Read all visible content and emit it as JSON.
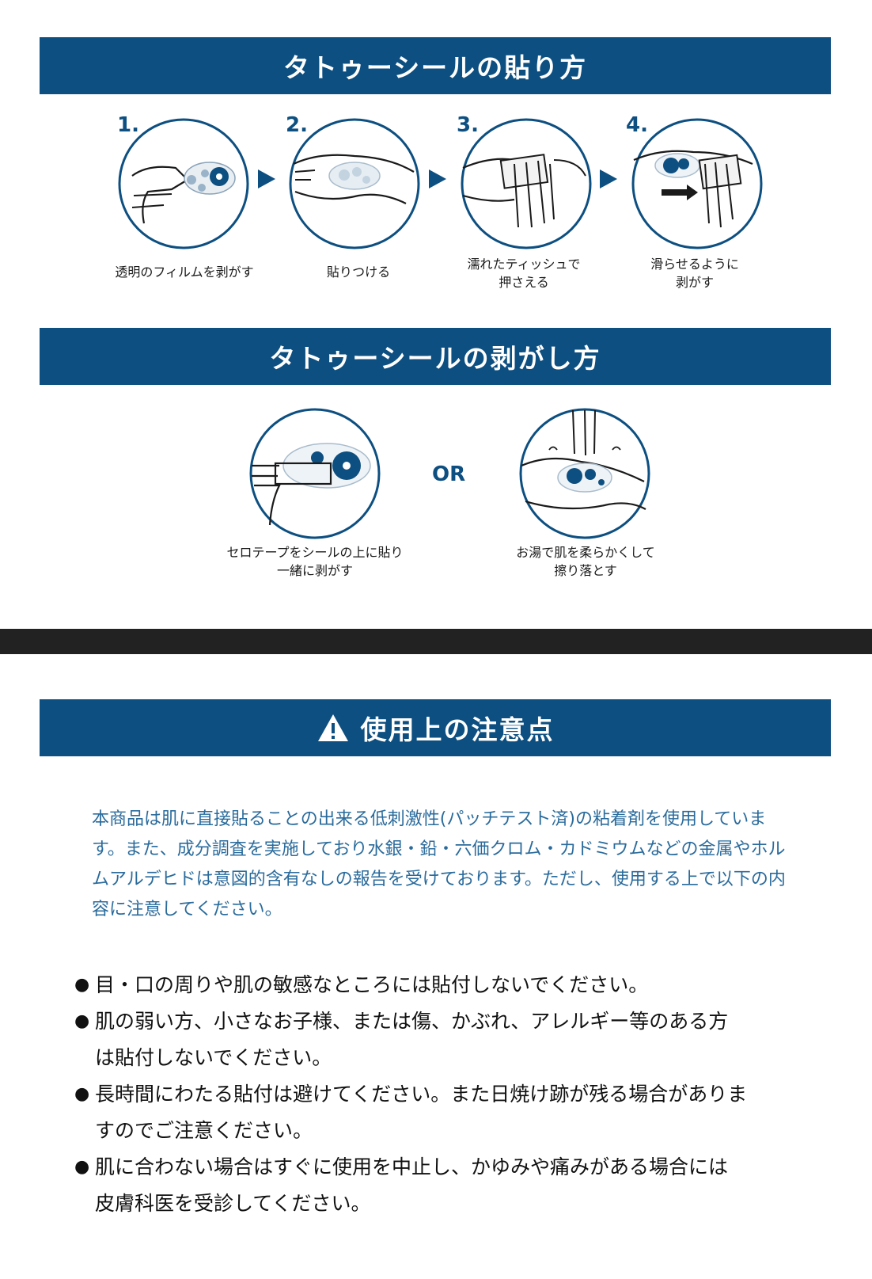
{
  "section1": {
    "title": "タトゥーシールの貼り方",
    "steps": [
      {
        "num": "1.",
        "caption": "透明のフィルムを剥がす"
      },
      {
        "num": "2.",
        "caption": "貼りつける"
      },
      {
        "num": "3.",
        "caption": "濡れたティッシュで\n押さえる"
      },
      {
        "num": "4.",
        "caption": "滑らせるように\n剥がす"
      }
    ]
  },
  "section2": {
    "title": "タトゥーシールの剥がし方",
    "methods": [
      {
        "caption": "セロテープをシールの上に貼り\n一緒に剥がす"
      },
      {
        "caption": "お湯で肌を柔らかくして\n擦り落とす"
      }
    ],
    "or_label": "OR"
  },
  "section3": {
    "title": "使用上の注意点",
    "intro": "本商品は肌に直接貼ることの出来る低刺激性(パッチテスト済)の粘着剤を使用しています。また、成分調査を実施しており水銀・鉛・六価クロム・カドミウムなどの金属やホルムアルデヒドは意図的含有なしの報告を受けております。ただし、使用する上で以下の内容に注意してください。",
    "bullet_mark": "●",
    "bullets": [
      "目・口の周りや肌の敏感なところには貼付しないでください。",
      "肌の弱い方、小さなお子様、または傷、かぶれ、アレルギー等のある方\nは貼付しないでください。",
      "長時間にわたる貼付は避けてください。また日焼け跡が残る場合がありま\nすのでご注意ください。",
      "肌に合わない場合はすぐに使用を中止し、かゆみや痛みがある場合には\n皮膚科医を受診してください。"
    ]
  },
  "colors": {
    "brand": "#0d4f80",
    "intro_text": "#2a6b9c",
    "divider": "#222222"
  },
  "icons": [
    "hand-peel-film-icon",
    "hand-apply-sticker-icon",
    "hand-press-tissue-icon",
    "hand-slide-peel-icon",
    "tape-peel-icon",
    "hot-water-rub-icon",
    "warning-icon"
  ]
}
